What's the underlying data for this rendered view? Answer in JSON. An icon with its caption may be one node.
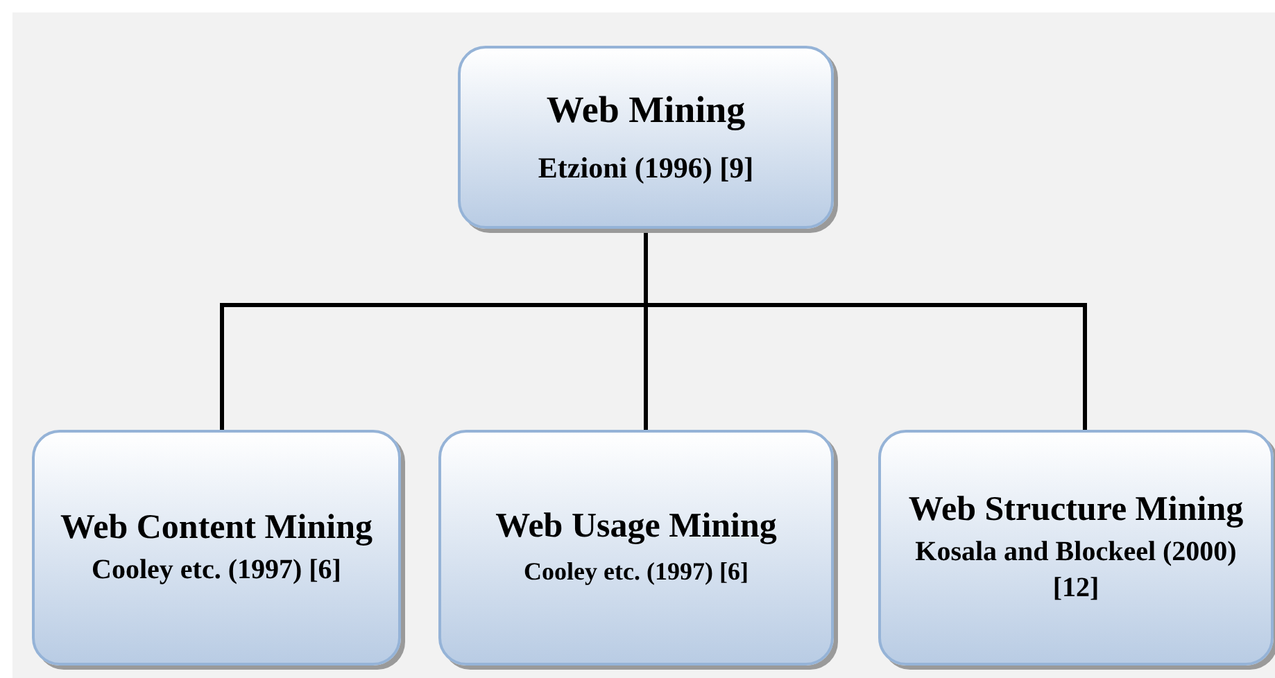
{
  "diagram": {
    "nodes": [
      {
        "text": [
          "Web Mining",
          "Etzioni (1996) [9]"
        ]
      },
      {
        "text": [
          "Web Content Mining",
          "Cooley etc. (1997) [6]"
        ]
      },
      {
        "text": [
          "Web Usage Mining",
          "Cooley etc. (1997) [6]"
        ]
      },
      {
        "text": [
          "Web Structure Mining",
          "Kosala and Blockeel (2000) [12]"
        ]
      }
    ],
    "edges": [
      {
        "from": 0,
        "to": 1,
        "arrow": "none"
      },
      {
        "from": 0,
        "to": 2,
        "arrow": "none"
      },
      {
        "from": 0,
        "to": 3,
        "arrow": "none"
      }
    ]
  }
}
